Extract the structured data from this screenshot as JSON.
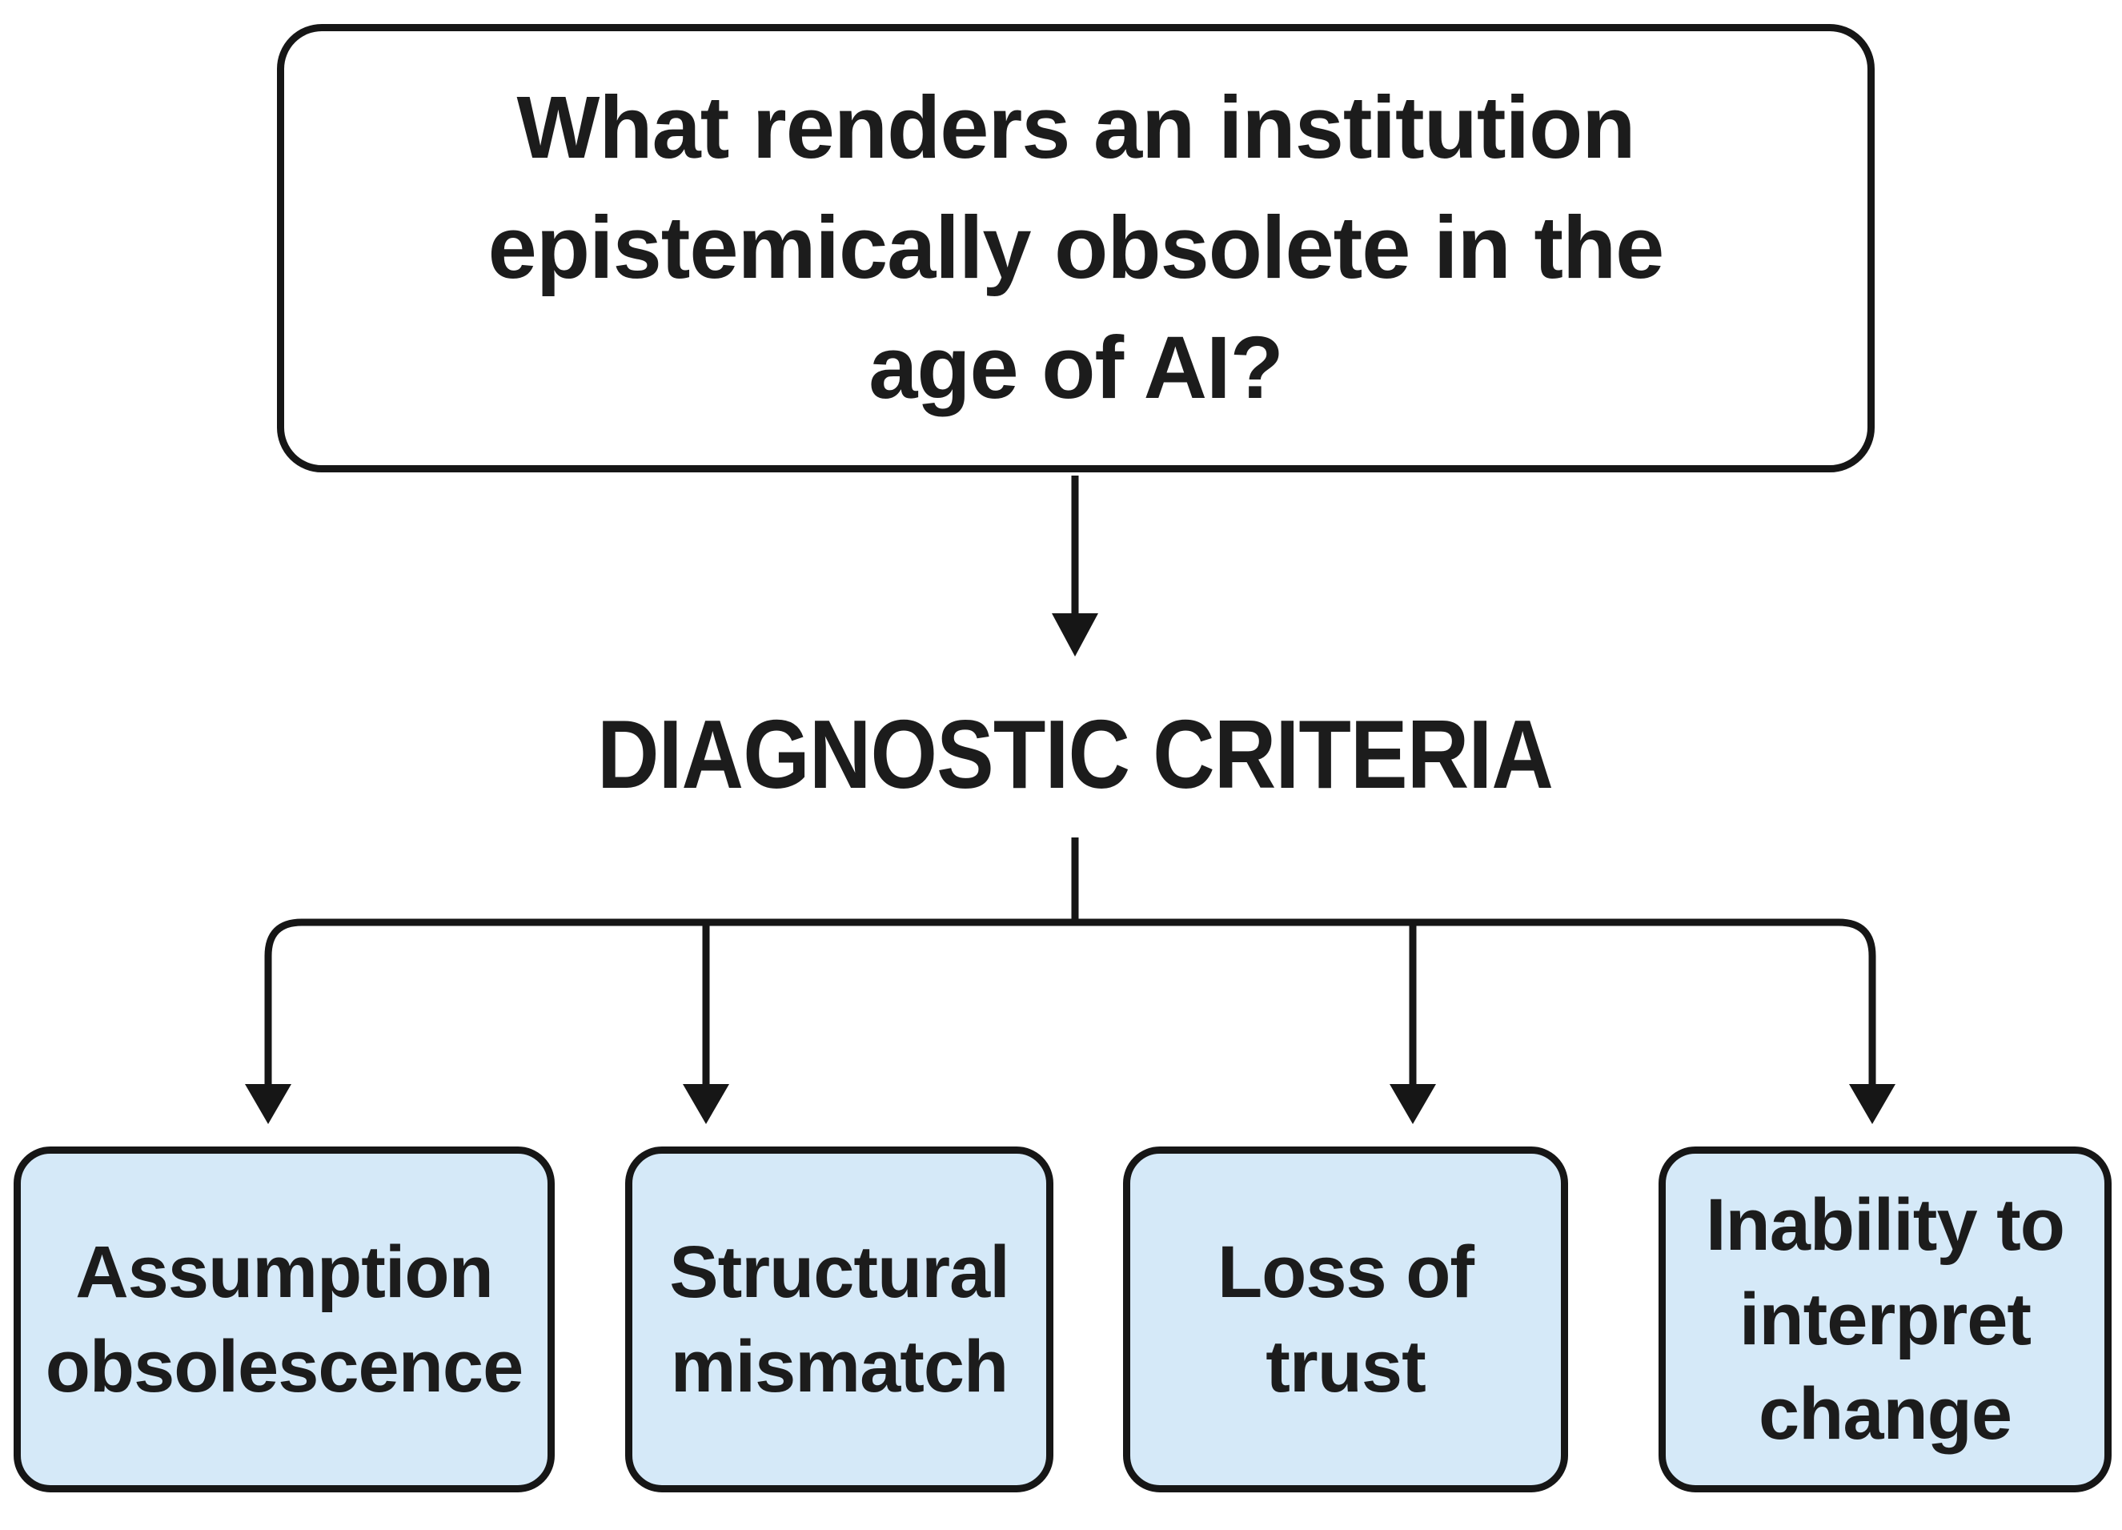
{
  "diagram": {
    "root_question": {
      "lines": [
        "What renders an institution",
        "epistemically obsolete in the",
        "age of AI?"
      ]
    },
    "section_heading": "DIAGNOSTIC CRITERIA",
    "criteria": [
      {
        "label": "Assumption obsolescence",
        "lines": [
          "Assumption",
          "obsolescence"
        ]
      },
      {
        "label": "Structural mismatch",
        "lines": [
          "Structural",
          "mismatch"
        ]
      },
      {
        "label": "Loss of trust",
        "lines": [
          "Loss of",
          "trust"
        ]
      },
      {
        "label": "Inability to interpret change",
        "lines": [
          "Inability to",
          "interpret",
          "change"
        ]
      }
    ],
    "colors": {
      "ink": "#1c1c1c",
      "border": "#161616",
      "criterion_fill": "#d5e9f8",
      "background": "#ffffff"
    }
  }
}
